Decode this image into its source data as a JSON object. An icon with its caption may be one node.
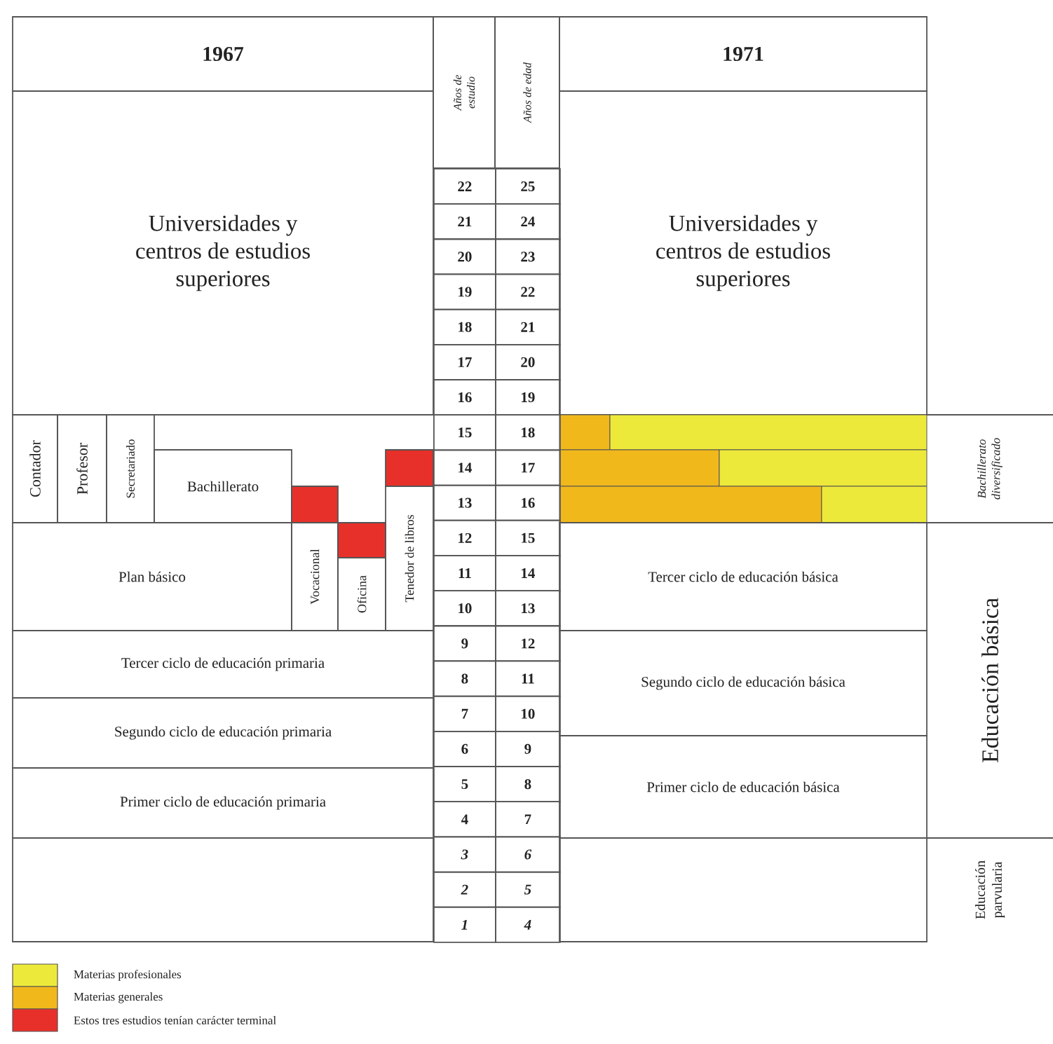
{
  "diagram": {
    "nodes": [
      {
        "text": [
          "1967"
        ]
      },
      {
        "text": [
          "Años de estudio"
        ]
      },
      {
        "text": [
          "Años de edad"
        ]
      },
      {
        "text": [
          "1971"
        ]
      },
      {
        "text": [
          "Universidades y centros de estudios superiores"
        ]
      },
      {
        "text": [
          "Universidades y centros de estudios superiores"
        ]
      },
      {
        "text": [
          "Contador"
        ]
      },
      {
        "text": [
          "Profesor"
        ]
      },
      {
        "text": [
          "Secretariado"
        ]
      },
      {
        "text": [
          "Bachillerato"
        ]
      },
      {
        "text": [],
        "shape": "box"
      },
      {
        "text": [],
        "shape": "box"
      },
      {
        "text": [],
        "shape": "box"
      },
      {
        "text": [],
        "shape": "bar"
      },
      {
        "text": [],
        "shape": "bar"
      },
      {
        "text": [],
        "shape": "bar"
      },
      {
        "text": [],
        "shape": "bar"
      },
      {
        "text": [],
        "shape": "bar"
      },
      {
        "text": [],
        "shape": "bar"
      },
      {
        "text": [
          "Bachillerato diversificado"
        ]
      },
      {
        "text": [
          "Plan básico"
        ]
      },
      {
        "text": [
          "Vocacional"
        ]
      },
      {
        "text": [
          "Oficina"
        ]
      },
      {
        "text": [
          "Tenedor de libros"
        ]
      },
      {
        "text": [
          "Tercer ciclo de educación básica"
        ]
      },
      {
        "text": [
          "Educación básica"
        ]
      },
      {
        "text": [
          "Tercer ciclo de educación primaria"
        ]
      },
      {
        "text": [
          "Segundo ciclo de educación básica"
        ]
      },
      {
        "text": [
          "Segundo ciclo de educación primaria"
        ]
      },
      {
        "text": [
          "Primer ciclo de educación básica"
        ]
      },
      {
        "text": [
          "Primer ciclo de educación primaria"
        ]
      },
      {
        "text": [],
        "shape": "box"
      },
      {
        "text": [],
        "shape": "box"
      },
      {
        "text": [
          "Educación parvularia"
        ]
      }
    ],
    "labels": [
      "22",
      "25",
      "21",
      "24",
      "20",
      "23",
      "19",
      "22",
      "18",
      "21",
      "17",
      "20",
      "16",
      "19",
      "15",
      "18",
      "14",
      "17",
      "13",
      "16",
      "12",
      "15",
      "11",
      "14",
      "10",
      "13",
      "9",
      "12",
      "8",
      "11",
      "7",
      "10",
      "6",
      "9",
      "5",
      "8",
      "4",
      "7",
      "3",
      "6",
      "2",
      "5",
      "1",
      "4"
    ],
    "legend": [
      {
        "text": "Materias profesionales",
        "color": "#ede93a"
      },
      {
        "text": "Materias generales",
        "color": "#f1b81c"
      },
      {
        "text": "Estos tres estudios tenían carácter terminal",
        "color": "#e8302a"
      }
    ]
  }
}
